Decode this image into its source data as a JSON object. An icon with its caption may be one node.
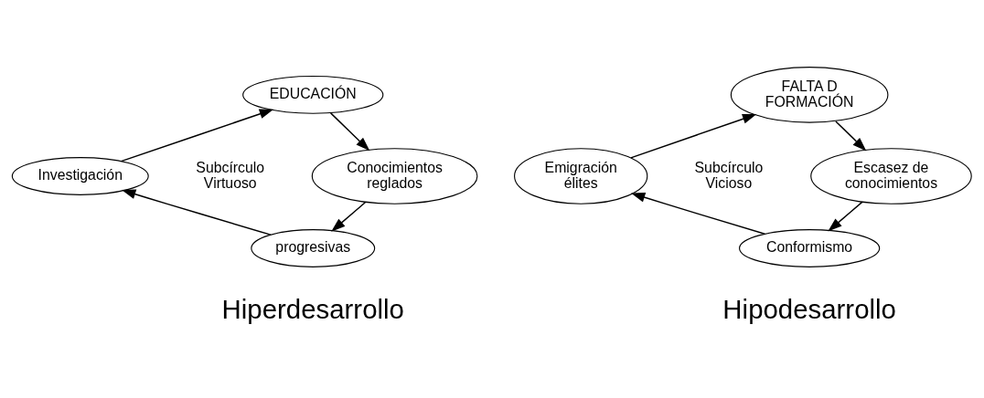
{
  "diagram": {
    "nodes": [
      {
        "text": [
          "EDUCACIÓN"
        ]
      },
      {
        "text": [
          "Investigación"
        ]
      },
      {
        "text": [
          "Conocimientos reglados"
        ]
      },
      {
        "text": [
          "progresivas"
        ]
      },
      {
        "text": [
          "FALTA D FORMACIÓN"
        ]
      },
      {
        "text": [
          "Emigración élites"
        ]
      },
      {
        "text": [
          "Escasez de conocimientos"
        ]
      },
      {
        "text": [
          "Conformismo"
        ]
      }
    ],
    "edges": [
      {
        "from": 0,
        "to": 2,
        "arrow": "to"
      },
      {
        "from": 2,
        "to": 3,
        "arrow": "to"
      },
      {
        "from": 3,
        "to": 1,
        "arrow": "to"
      },
      {
        "from": 1,
        "to": 0,
        "arrow": "to"
      },
      {
        "from": 4,
        "to": 6,
        "arrow": "to"
      },
      {
        "from": 6,
        "to": 7,
        "arrow": "to"
      },
      {
        "from": 7,
        "to": 5,
        "arrow": "to"
      },
      {
        "from": 5,
        "to": 4,
        "arrow": "to"
      }
    ],
    "labels": [
      "Subcírculo Virtuoso",
      "Subcírculo Vicioso",
      "Hiperdesarrollo",
      "Hipodesarrollo"
    ]
  }
}
